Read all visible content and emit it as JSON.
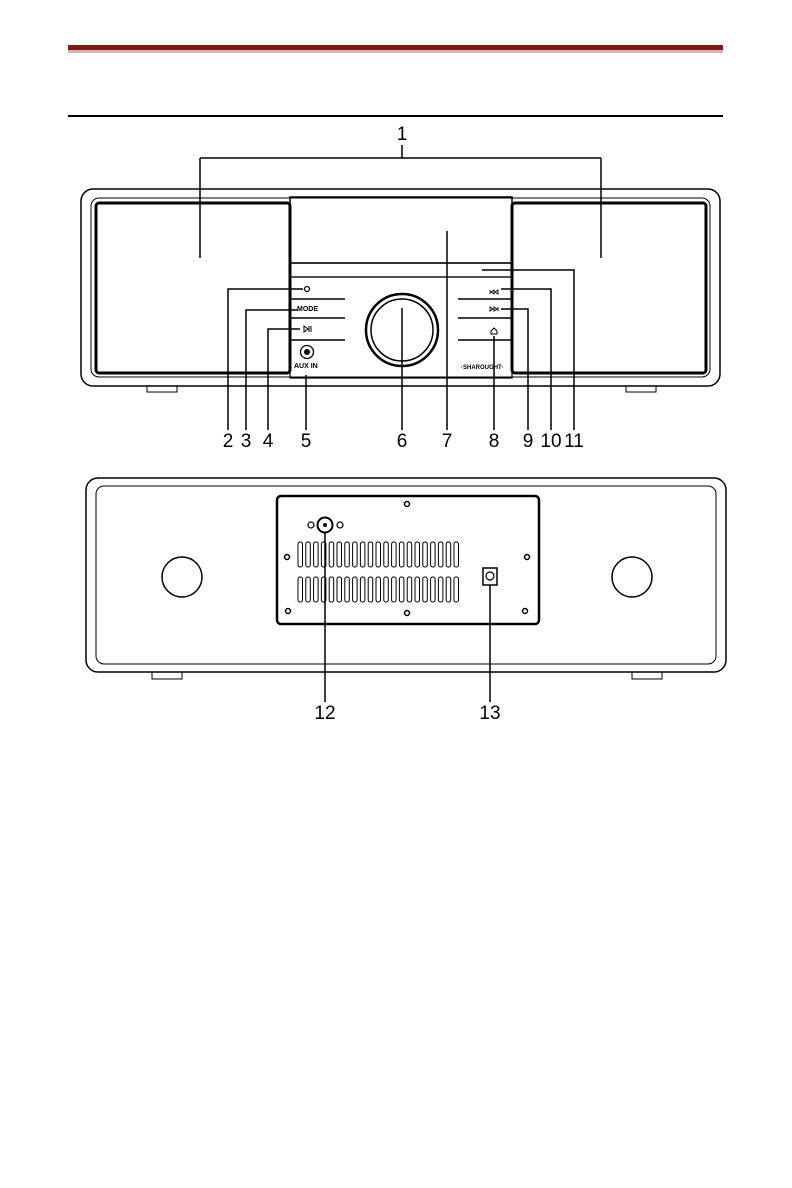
{
  "header": {
    "accent_color": "#7a1a14"
  },
  "front_panel": {
    "mode_label": "MODE",
    "aux_label": "AUX IN",
    "brand_text": "·SHAROUGHT·"
  },
  "callouts": {
    "front": [
      "1",
      "2",
      "3",
      "4",
      "5",
      "6",
      "7",
      "8",
      "9",
      "10",
      "11"
    ],
    "rear": [
      "12",
      "13"
    ]
  }
}
